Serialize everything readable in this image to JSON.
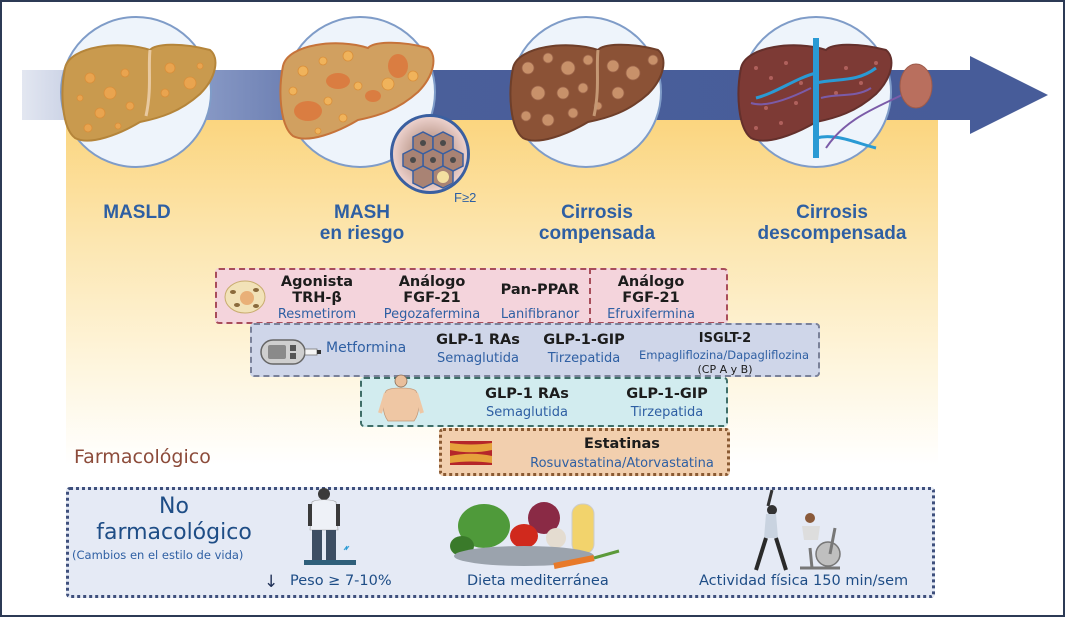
{
  "stages": [
    {
      "line1": "MASLD",
      "line2": "",
      "liver_color": "#c99a4e",
      "liver_shade": "#b5853a",
      "spot_color": "#e9a44f"
    },
    {
      "line1": "MASH",
      "line2": "en riesgo",
      "liver_color": "#d1974a",
      "liver_shade": "#c6733a",
      "spot_color": "#f0b35b"
    },
    {
      "line1": "Cirrosis",
      "line2": "compensada",
      "liver_color": "#8b5236",
      "liver_shade": "#6f3f2a",
      "spot_color": "#c8916a"
    },
    {
      "line1": "Cirrosis",
      "line2": "descompensada",
      "liver_color": "#7d3a35",
      "liver_shade": "#64302c",
      "spot_color": "#b0605c"
    }
  ],
  "fibrosis_label": "F≥2",
  "therapy_rows": {
    "pink": [
      {
        "head": [
          "Agonista",
          "TRH-β"
        ],
        "sub": "Resmetirom"
      },
      {
        "head": [
          "Análogo",
          "FGF-21"
        ],
        "sub": "Pegozafermina"
      },
      {
        "head": [
          "Pan-PPAR"
        ],
        "sub": "Lanifibranor"
      },
      {
        "head": [
          "Análogo",
          "FGF-21"
        ],
        "sub": "Efruxifermina"
      }
    ],
    "blue": [
      {
        "sub": "Metformina"
      },
      {
        "head": [
          "GLP-1 RAs"
        ],
        "sub": "Semaglutida"
      },
      {
        "head": [
          "GLP-1-GIP"
        ],
        "sub": "Tirzepatida"
      },
      {
        "head": [
          "ISGLT-2"
        ],
        "sub": "Empagliflozina/Dapagliflozina",
        "note": "(CP A y B)"
      }
    ],
    "cyan": [
      {
        "head": [
          "GLP-1 RAs"
        ],
        "sub": "Semaglutida"
      },
      {
        "head": [
          "GLP-1-GIP"
        ],
        "sub": "Tirzepatida"
      }
    ],
    "tan": [
      {
        "head": [
          "Estatinas"
        ],
        "sub": "Rosuvastatina/Atorvastatina"
      }
    ]
  },
  "farmacologico_label": "Farmacológico",
  "no_farmacologico": {
    "title_line1": "No",
    "title_line2": "farmacológico",
    "subtitle": "(Cambios en el estilo de vida)",
    "items": [
      {
        "label": "Peso ≥ 7-10%",
        "arrow": "↓"
      },
      {
        "label": "Dieta mediterránea"
      },
      {
        "label": "Actividad física 150 min/sem"
      }
    ]
  },
  "colors": {
    "arrow": "#475c99",
    "stage_text": "#2e5fa3",
    "drug_text": "#2e5fa3",
    "farma_text": "#8c4b3a",
    "nf_text": "#1e4d86"
  }
}
